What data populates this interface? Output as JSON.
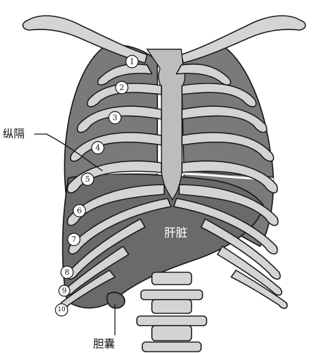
{
  "labels": {
    "mediastinum": "纵隔",
    "liver": "肝脏",
    "gallbladder": "胆囊"
  },
  "rib_numbers": [
    "1",
    "2",
    "3",
    "4",
    "5",
    "6",
    "7",
    "8",
    "9",
    "10"
  ],
  "colors": {
    "bone": "#d4d4d4",
    "lung": "#7a7a7a",
    "liver": "#6a6a6a",
    "outline": "#111111"
  }
}
